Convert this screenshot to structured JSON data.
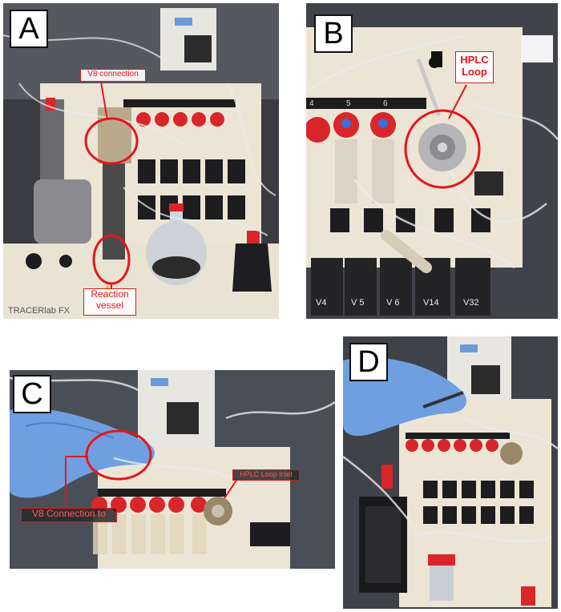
{
  "panels": {
    "a": {
      "letter": "A",
      "callouts": {
        "v8": "V8 connection",
        "reaction_line1": "Reaction",
        "reaction_line2": "vessel"
      },
      "module_text": "TRACERlab FX"
    },
    "b": {
      "letter": "B",
      "callouts": {
        "hplc_line1": "HPLC",
        "hplc_line2": "Loop"
      },
      "valve_labels": [
        "V4",
        "V 5",
        "V 6",
        "V14",
        "V32"
      ],
      "vial_numbers": [
        "4",
        "5",
        "6"
      ]
    },
    "c": {
      "letter": "C",
      "callouts": {
        "hplc_inlet": "HPLC Loop inlet",
        "v8_to": "V8 Connection  to"
      }
    },
    "d": {
      "letter": "D"
    }
  },
  "colors": {
    "callout_red": "#e8141b",
    "vial_cap_red": "#d8262b",
    "glove_blue": "#6f9fe0",
    "instrument_beige": "#ece5d6",
    "valve_black": "#1d1d1f"
  }
}
